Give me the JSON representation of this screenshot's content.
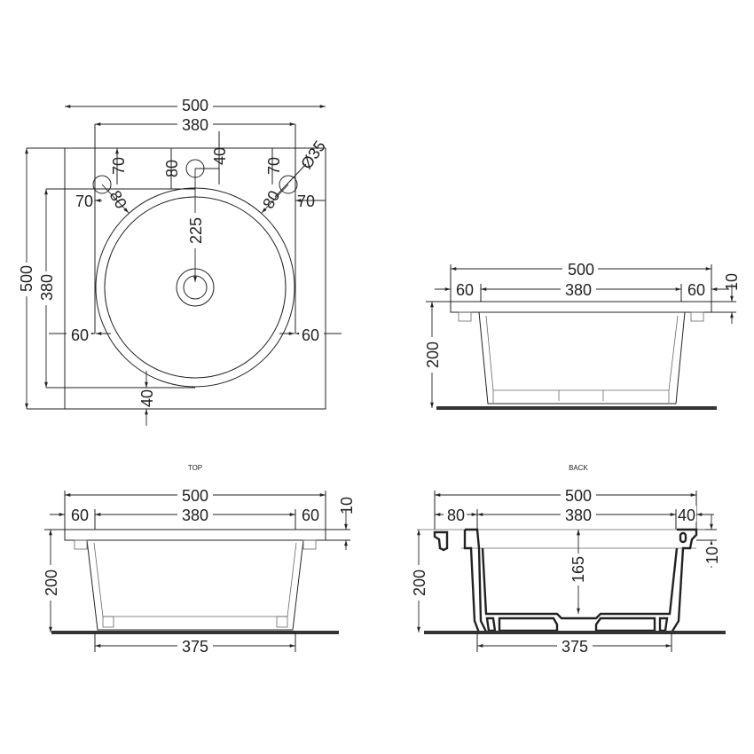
{
  "views": {
    "top": {
      "label": "TOP",
      "width_overall": "500",
      "width_inner": "380",
      "height_overall": "500",
      "height_inner": "380",
      "tap_offset_70_left_v": "70",
      "tap_offset_80_center": "80",
      "tap_offset_40_center": "40",
      "tap_offset_70_right_v": "70",
      "tap_diameter": "Ø35",
      "tap_offset_70_left_h": "70",
      "tap_radius_80_left": "80",
      "tap_radius_80_right": "80",
      "tap_offset_70_right_h": "70",
      "drain_distance": "225",
      "side_60_left": "60",
      "side_60_right": "60",
      "bottom_40": "40"
    },
    "front": {
      "width_overall": "500",
      "width_inner": "380",
      "rim_left": "60",
      "rim_right": "60",
      "rim_thickness": "10",
      "height": "200"
    },
    "side": {
      "width_overall": "500",
      "width_inner": "380",
      "rim_left": "60",
      "rim_right": "60",
      "rim_thickness": "10",
      "height": "200",
      "base_width": "375"
    },
    "back": {
      "label": "BACK",
      "width_overall": "500",
      "width_inner": "380",
      "rim_left": "80",
      "rim_right": "40",
      "rim_thickness": "10",
      "height": "200",
      "depth": "165",
      "base_width": "375"
    }
  }
}
